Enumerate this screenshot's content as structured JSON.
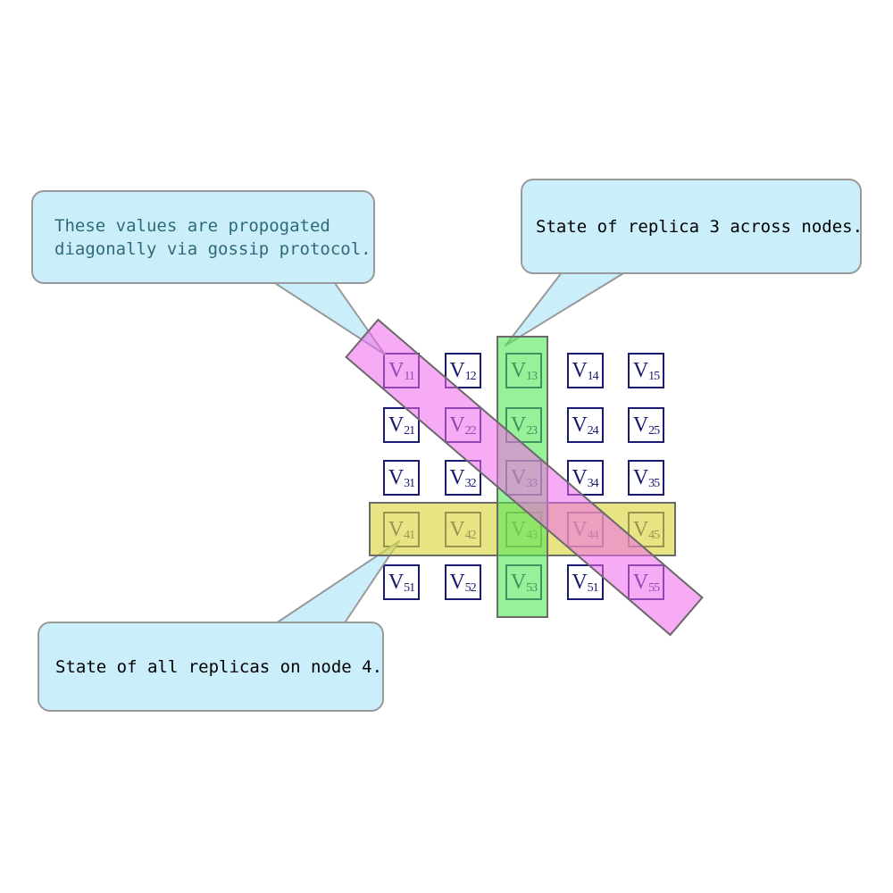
{
  "callouts": {
    "gossip": {
      "lines": [
        "These values are propogated",
        "diagonally via gossip protocol."
      ],
      "text_color": "#2f6a78"
    },
    "replica": {
      "lines": [
        "State of replica 3 across nodes."
      ],
      "text_color": "#000000"
    },
    "node4": {
      "lines": [
        "State of all replicas on node 4."
      ],
      "text_color": "#000000"
    }
  },
  "matrix": {
    "base_letter": "V",
    "rows": 5,
    "cols": 5,
    "subscripts": [
      [
        "11",
        "12",
        "13",
        "14",
        "15"
      ],
      [
        "21",
        "22",
        "23",
        "24",
        "25"
      ],
      [
        "31",
        "32",
        "33",
        "34",
        "35"
      ],
      [
        "41",
        "42",
        "43",
        "44",
        "45"
      ],
      [
        "51",
        "52",
        "53",
        "51",
        "55"
      ]
    ]
  },
  "highlights": {
    "row_band": {
      "meaning": "all replicas on node 4",
      "fill": "rgba(219,214,68,0.66)",
      "fill_over_white": "#e7e484"
    },
    "column_band": {
      "meaning": "replica 3 across nodes",
      "fill": "rgba(83,230,83,0.60)",
      "fill_over_white": "#98f098"
    },
    "diagonal_band": {
      "meaning": "values propagated via gossip",
      "fill": "rgba(242,105,238,0.56)",
      "fill_over_white": "#f8abf5"
    },
    "band_border_color": "#6a6a6a"
  },
  "style_colors": {
    "callout_fill": "#cbeefb",
    "callout_border": "#999999",
    "cell_border": "#191970",
    "cell_text": "#191970"
  }
}
